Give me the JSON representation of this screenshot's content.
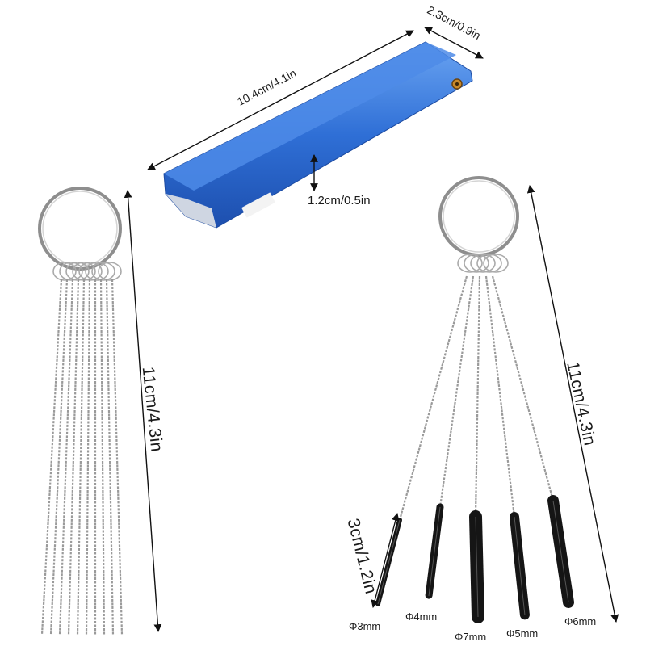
{
  "image": {
    "subject": "product photo",
    "labels": {
      "case_length": "10.4cm/4.1in",
      "case_width": "2.3cm/0.9in",
      "case_height": "1.2cm/0.5in",
      "needles_length": "11cm/4.3in",
      "brushes_length": "11cm/4.3in",
      "bristle_length": "3cm/1.2in"
    },
    "brush_diameters": [
      "Φ3mm",
      "Φ4mm",
      "Φ7mm",
      "Φ5mm",
      "Φ6mm"
    ],
    "colors": {
      "case_blue": "#2f6fd6",
      "case_blue_light": "#5a95ee",
      "steel": "#9a9a9a",
      "bristle": "#151515",
      "dimension_line": "#111111"
    }
  }
}
